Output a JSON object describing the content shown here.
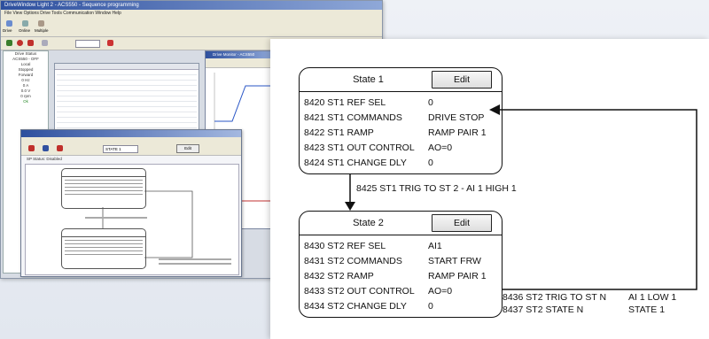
{
  "background_app": {
    "title": "DriveWindow Light 2 - ACS550 - Sequence programming",
    "menu": "File View Options Drive Tools Communication Window Help",
    "toolbar_labels": [
      "Drive",
      "Online",
      "Multiple"
    ],
    "left_panel": [
      "Drive Status",
      "ACS550 - OFF",
      "Local",
      "Stopped",
      "Forward",
      "0 Hz",
      "0 A",
      "0.0 V",
      "0 rpm",
      "Ok"
    ],
    "drive_window_title": "Drive Monitor - ACS550",
    "sequence_window": {
      "state_combo": "STATE 1",
      "button_label": "Edit",
      "status": "SP Status: Disabled"
    }
  },
  "diagram": {
    "states": [
      {
        "title": "State 1",
        "edit_label": "Edit",
        "params": [
          {
            "code": "8420 ST1 REF SEL",
            "value": "0"
          },
          {
            "code": "8421 ST1 COMMANDS",
            "value": "DRIVE STOP"
          },
          {
            "code": "8422 ST1 RAMP",
            "value": "RAMP PAIR 1"
          },
          {
            "code": "8423 ST1 OUT CONTROL",
            "value": "AO=0"
          },
          {
            "code": "8424 ST1 CHANGE DLY",
            "value": "0"
          }
        ]
      },
      {
        "title": "State 2",
        "edit_label": "Edit",
        "params": [
          {
            "code": "8430 ST2 REF SEL",
            "value": "AI1"
          },
          {
            "code": "8431 ST2 COMMANDS",
            "value": "START FRW"
          },
          {
            "code": "8432 ST2 RAMP",
            "value": "RAMP PAIR 1"
          },
          {
            "code": "8433 ST2 OUT CONTROL",
            "value": "AO=0"
          },
          {
            "code": "8434 ST2 CHANGE DLY",
            "value": "0"
          }
        ]
      }
    ],
    "transition_1_2": "8425 ST1 TRIG TO ST 2 - AI 1 HIGH 1",
    "transition_n": {
      "trig_code": "8436 ST2 TRIG TO ST N",
      "trig_value": "AI 1 LOW 1",
      "state_code": "8437 ST2 STATE N",
      "state_value": "STATE 1"
    }
  }
}
